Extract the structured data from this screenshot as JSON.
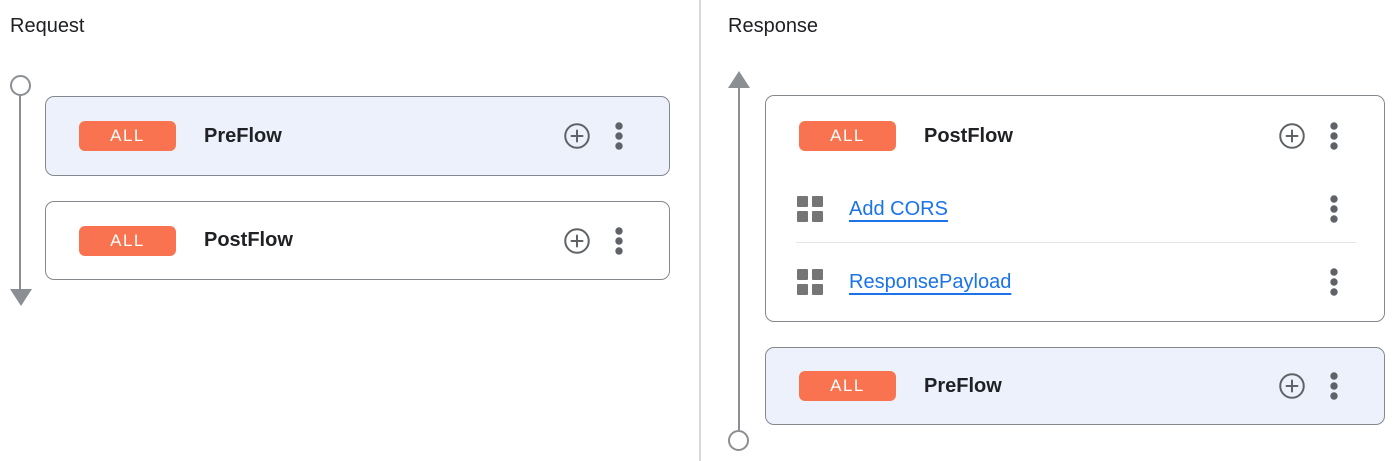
{
  "panels": {
    "request": {
      "title": "Request",
      "flows": [
        {
          "badge": "ALL",
          "name": "PreFlow",
          "highlighted": true,
          "policies": []
        },
        {
          "badge": "ALL",
          "name": "PostFlow",
          "highlighted": false,
          "policies": []
        }
      ]
    },
    "response": {
      "title": "Response",
      "flows": [
        {
          "badge": "ALL",
          "name": "PostFlow",
          "highlighted": false,
          "policies": [
            {
              "label": "Add CORS"
            },
            {
              "label": "ResponsePayload"
            }
          ]
        },
        {
          "badge": "ALL",
          "name": "PreFlow",
          "highlighted": true,
          "policies": []
        }
      ]
    }
  },
  "icons": {
    "add_step": "add-circle-outline-icon",
    "flow_menu": "more-vert-icon",
    "policy": "policy-steps-grid-icon",
    "request_timeline_end": "arrow-down-icon",
    "response_timeline_start": "arrow-up-icon"
  },
  "colors": {
    "badge_background": "#F97350",
    "selected_flow_background": "#EDF1FC",
    "link_blue": "#1A73E8",
    "card_border": "#85898E",
    "icon_gray": "#5F6368",
    "timeline_gray": "#8B8F94"
  }
}
